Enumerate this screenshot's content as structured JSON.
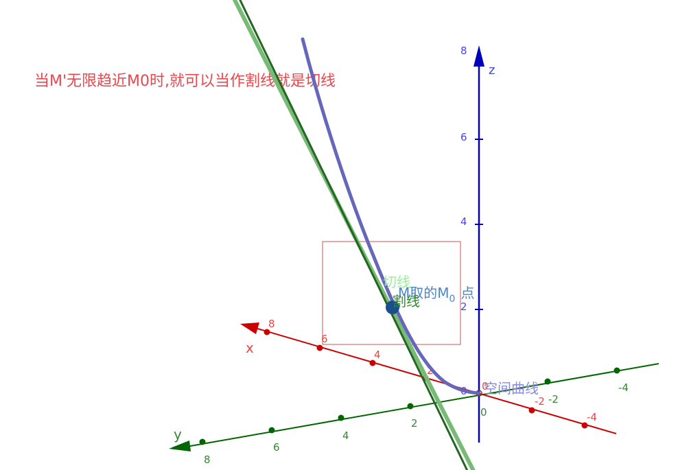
{
  "note": "当M'无限趋近M0时,就可以当作割线就是切线",
  "axes": {
    "x": {
      "label": "x",
      "color": "#cc0000",
      "ticks": [
        {
          "text": "8"
        },
        {
          "text": "6"
        },
        {
          "text": "4"
        },
        {
          "text": "2"
        },
        {
          "text": "-2"
        },
        {
          "text": "-4"
        }
      ]
    },
    "y": {
      "label": "y",
      "color": "#006600",
      "ticks": [
        {
          "text": "8"
        },
        {
          "text": "6"
        },
        {
          "text": "4"
        },
        {
          "text": "2"
        },
        {
          "text": "-2"
        },
        {
          "text": "-4"
        }
      ]
    },
    "z": {
      "label": "z",
      "color": "#0000bb",
      "ticks": [
        {
          "text": "8"
        },
        {
          "text": "6"
        },
        {
          "text": "4"
        },
        {
          "text": "2"
        }
      ]
    },
    "origin_labels": {
      "x": "0",
      "y": "0",
      "z": "0"
    }
  },
  "labels": {
    "tangent": "切线",
    "secant": "割线",
    "point_m0": "M取的M",
    "point_m0_sub": "0",
    "point_m0_suffix": "点",
    "curve": "空间曲线"
  },
  "colors": {
    "curve": "#6666bb",
    "tangent_line": "#77bb77",
    "secant_line": "#226622",
    "point": "#1a4f8f",
    "note": "#e8474c",
    "box": "#cc5555"
  }
}
